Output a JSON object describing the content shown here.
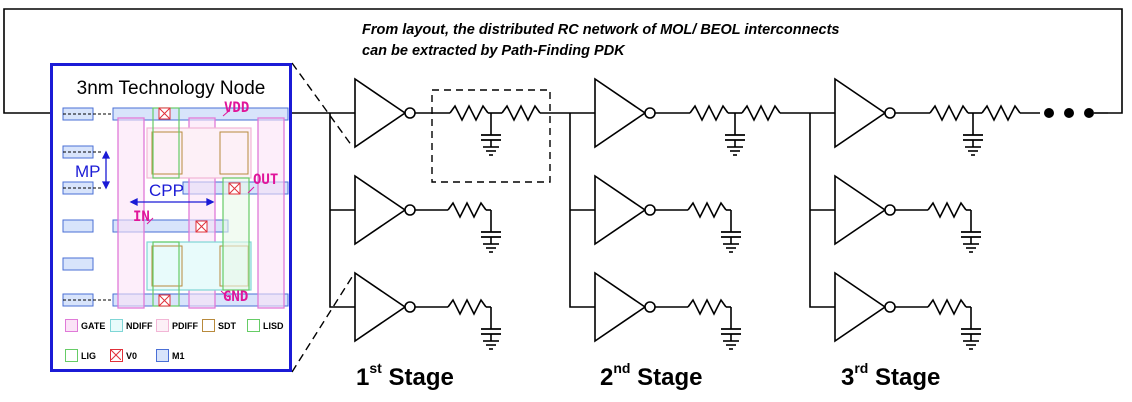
{
  "annotation": {
    "line1": "From layout, the distributed RC network of MOL/ BEOL interconnects",
    "line2": "can be extracted by Path-Finding PDK"
  },
  "node": {
    "title": "3nm Technology Node",
    "pins": {
      "vdd": "VDD",
      "out": "OUT",
      "in": "IN",
      "gnd": "GND"
    },
    "dims": {
      "mp": "MP",
      "cpp": "CPP"
    }
  },
  "legend": [
    {
      "label": "GATE",
      "color": "#e07ad8",
      "fill": "#fbe3f7"
    },
    {
      "label": "NDIFF",
      "color": "#7fd6d6",
      "fill": "#e8fbfb"
    },
    {
      "label": "PDIFF",
      "color": "#f2b6d6",
      "fill": "#fdf0f7"
    },
    {
      "label": "SDT",
      "color": "#b88a3c",
      "fill": "#ffffff"
    },
    {
      "label": "LISD",
      "color": "#66cc66",
      "fill": "#ffffff"
    },
    {
      "label": "LIG",
      "color": "#66cc66",
      "fill": "#ffffff"
    },
    {
      "label": "V0",
      "color": "#e0303a",
      "fill": "#ffffff"
    },
    {
      "label": "M1",
      "color": "#4a6fd6",
      "fill": "#d8e4fb"
    }
  ],
  "stages": [
    {
      "num": "1",
      "sup": "st",
      "word": "Stage"
    },
    {
      "num": "2",
      "sup": "nd",
      "word": "Stage"
    },
    {
      "num": "3",
      "sup": "rd",
      "word": "Stage"
    }
  ],
  "continuation": "• • •"
}
